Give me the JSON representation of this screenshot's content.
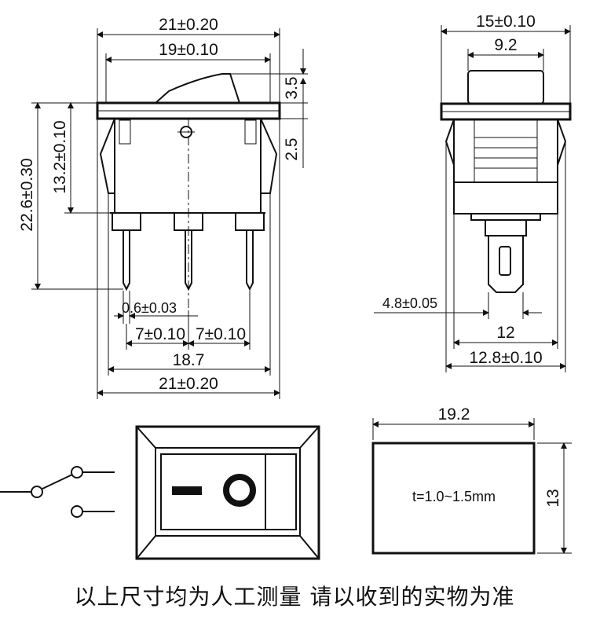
{
  "front_view": {
    "overall_width": "21±0.20",
    "housing_width": "19±0.10",
    "rocker_height": "3.5",
    "flange_to_body": "2.5",
    "total_height": "22.6±0.30",
    "body_height": "13.2±0.10",
    "terminal_thickness": "0.6±0.03",
    "pitch_left": "7±0.10",
    "pitch_right": "7±0.10",
    "terminal_span": "18.7",
    "bottom_width": "21±0.20"
  },
  "side_view": {
    "overall_depth": "15±0.10",
    "rocker_depth": "9.2",
    "terminal_width": "4.8±0.05",
    "body_depth": "12",
    "base_depth": "12.8±0.10"
  },
  "panel_cutout": {
    "width": "19.2",
    "height": "13",
    "thickness_note": "t=1.0~1.5mm"
  },
  "footer_note": "以上尺寸均为人工测量 请以收到的实物为准"
}
